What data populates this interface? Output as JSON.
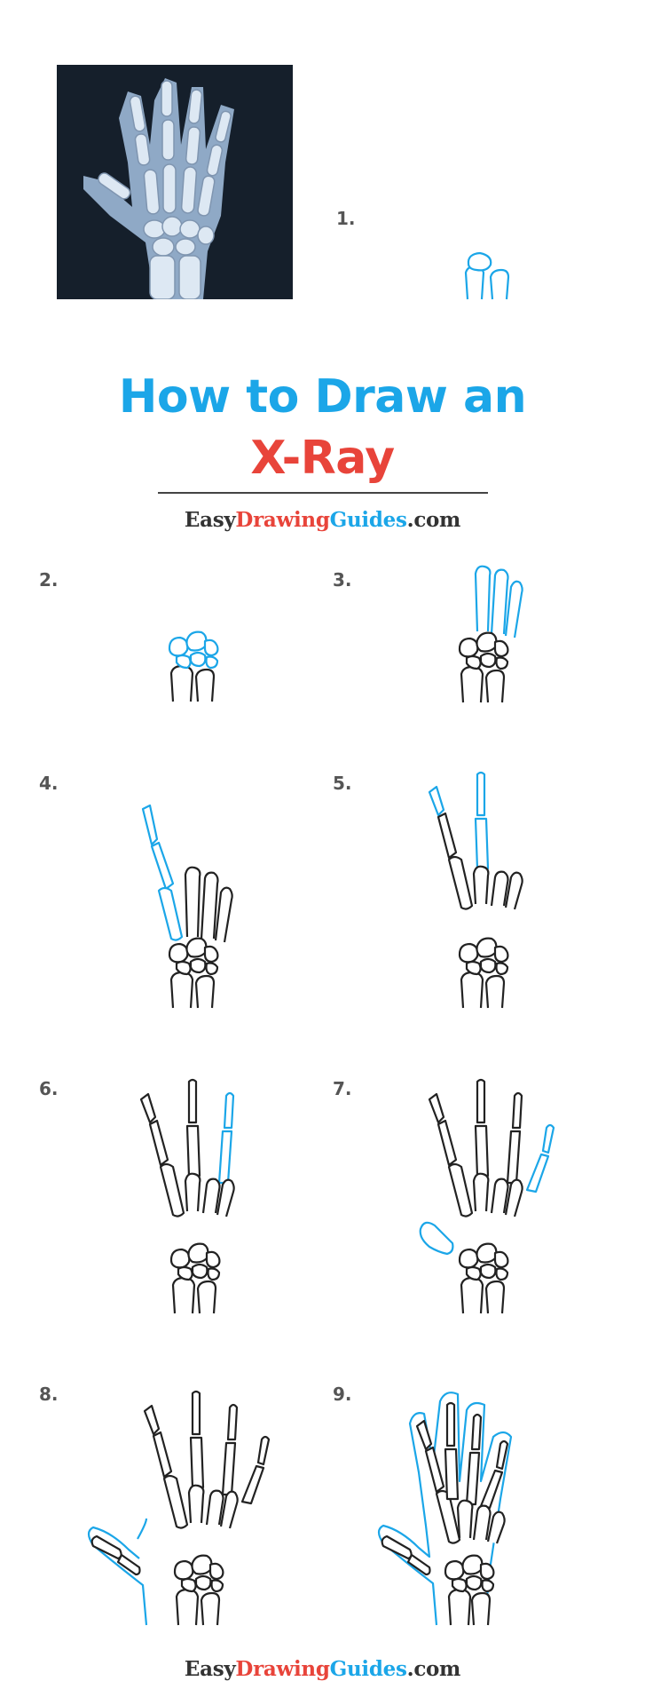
{
  "title": {
    "line1": "How to Draw an",
    "line2": "X-Ray"
  },
  "brand": {
    "easy": "Easy",
    "drawing": "Drawing",
    "guides": "Guides",
    "com": ".com"
  },
  "steps": [
    "1.",
    "2.",
    "3.",
    "4.",
    "5.",
    "6.",
    "7.",
    "8.",
    "9."
  ],
  "colors": {
    "blue": "#1ba6e8",
    "red": "#e8443a",
    "ink": "#222222",
    "xray_bg": "#151f2b"
  }
}
